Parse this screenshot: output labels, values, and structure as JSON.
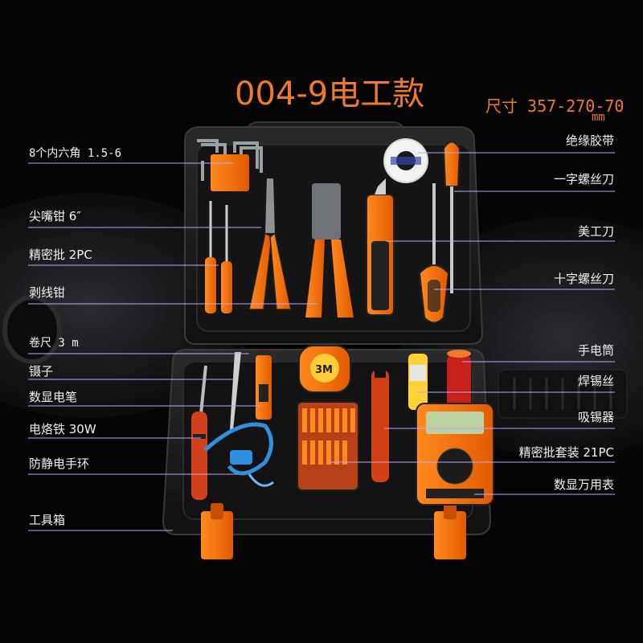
{
  "title": "004-9电工款",
  "size": {
    "label": "尺寸 357-270-70",
    "unit": "mm"
  },
  "labels_left": [
    "8个内六角 1.5-6",
    "尖嘴钳 6″",
    "精密批 2PC",
    "剥线钳",
    "卷尺 3 m",
    "镊子",
    "数显电笔",
    "电烙铁 30W",
    "防静电手环",
    "工具箱"
  ],
  "labels_right": [
    "绝缘胶带",
    "一字螺丝刀",
    "美工刀",
    "十字螺丝刀",
    "手电筒",
    "焊锡丝",
    "吸锡器",
    "精密批套装 21PC",
    "数显万用表"
  ],
  "tape_measure_mark": "3M",
  "colors": {
    "accent": "#f07a2c",
    "case": "#1a1a1a",
    "line": "#b9a6ff",
    "text": "#f2f2f2"
  }
}
